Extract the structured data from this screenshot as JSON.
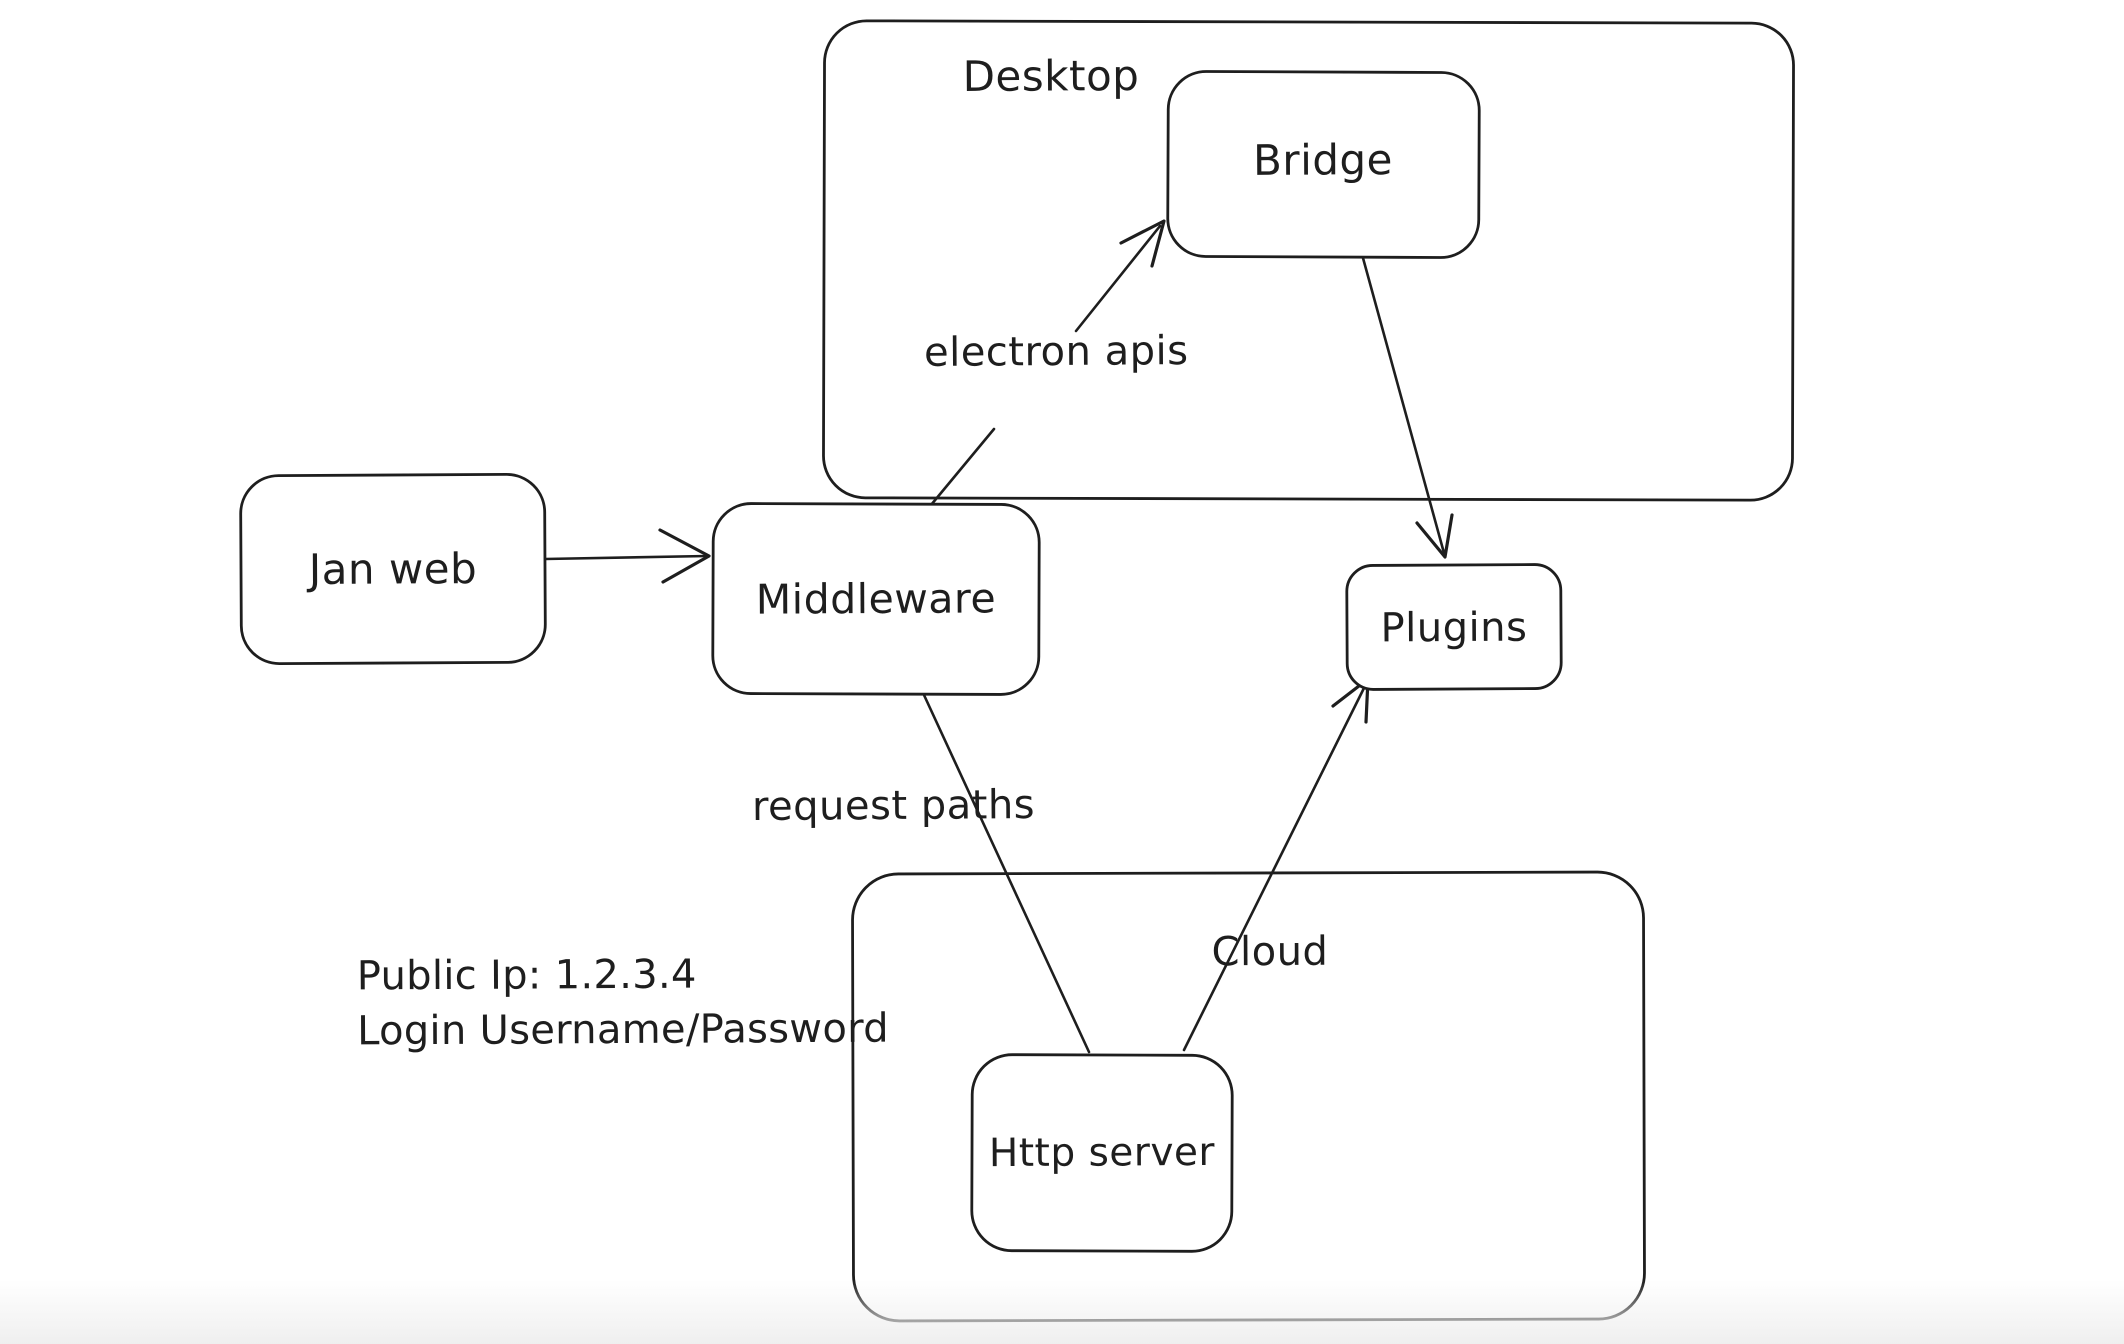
{
  "canvas": {
    "background": "#ffffff",
    "stroke_color": "#1e1e1e"
  },
  "containers": [
    {
      "id": "desktop",
      "label": "Desktop"
    },
    {
      "id": "cloud",
      "label": "Cloud"
    }
  ],
  "nodes": [
    {
      "id": "jan-web",
      "label": "Jan web"
    },
    {
      "id": "middleware",
      "label": "Middleware"
    },
    {
      "id": "bridge",
      "label": "Bridge"
    },
    {
      "id": "plugins",
      "label": "Plugins"
    },
    {
      "id": "http-server",
      "label": "Http server"
    }
  ],
  "edges": [
    {
      "id": "jan-web-to-middleware",
      "from": "Jan web",
      "to": "Middleware",
      "label": ""
    },
    {
      "id": "middleware-to-bridge",
      "from": "Middleware",
      "to": "Bridge",
      "label": "electron apis"
    },
    {
      "id": "bridge-to-plugins",
      "from": "Bridge",
      "to": "Plugins",
      "label": ""
    },
    {
      "id": "middleware-to-http-server",
      "from": "Middleware",
      "to": "Http server",
      "label": "request paths"
    },
    {
      "id": "http-server-to-plugins",
      "from": "Http server",
      "to": "Plugins",
      "label": ""
    }
  ],
  "annotations": {
    "credentials": {
      "line1": "Public Ip: 1.2.3.4",
      "line2": "Login Username/Password"
    }
  }
}
